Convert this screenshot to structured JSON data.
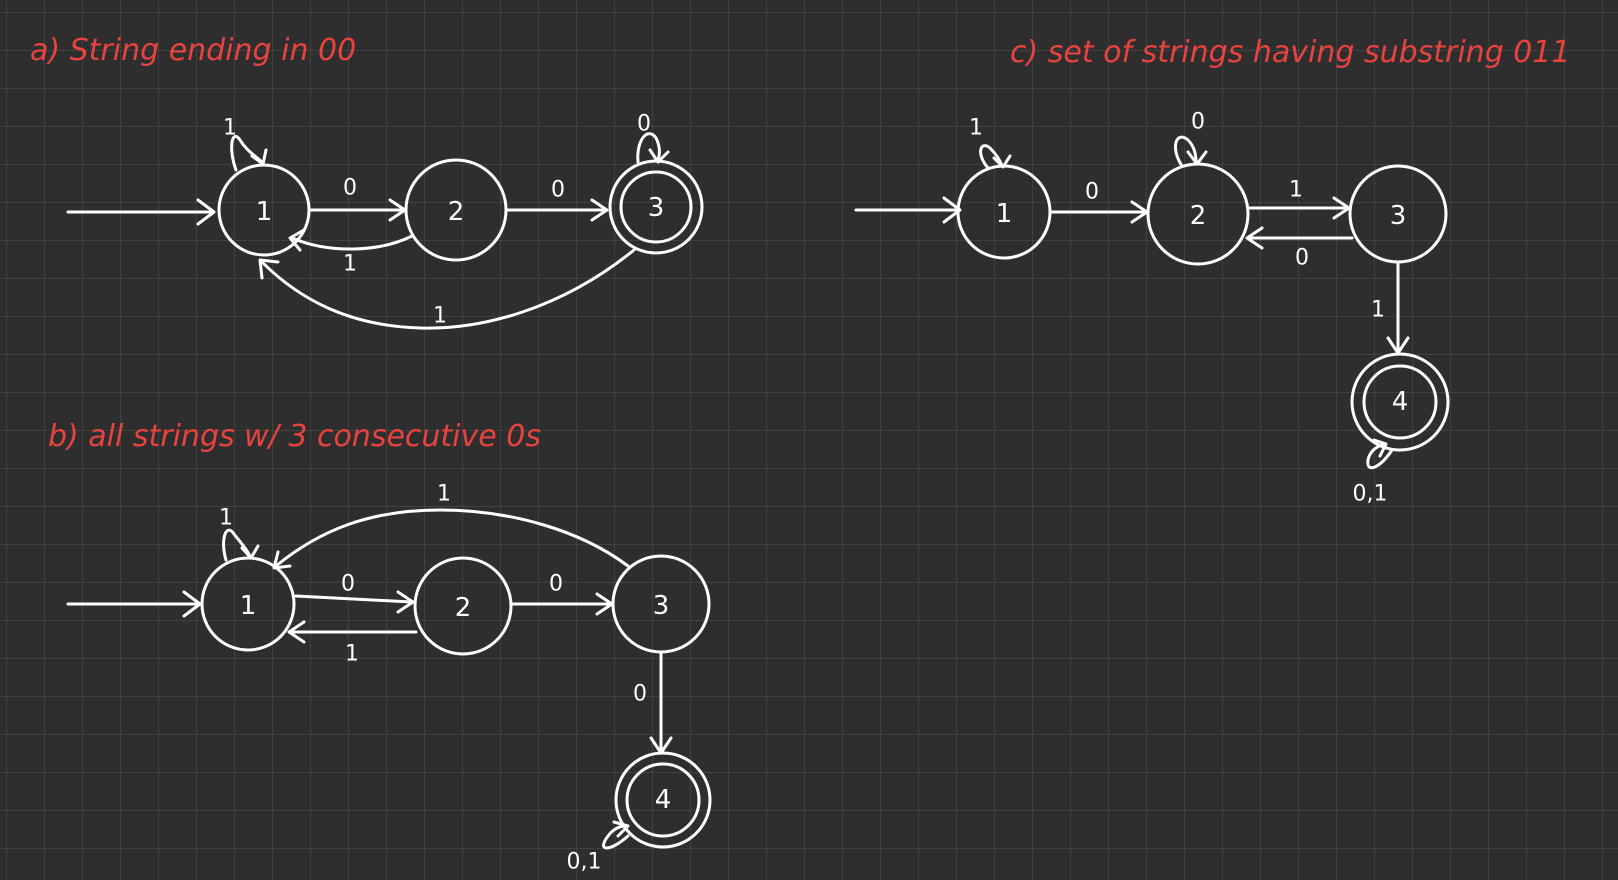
{
  "diagrams": {
    "a": {
      "title": "a) String ending in 00",
      "states": [
        "1",
        "2",
        "3"
      ],
      "labels": {
        "start_to_1": "",
        "s1_loop": "1",
        "s1_to_s2": "0",
        "s2_to_s1": "1",
        "s2_to_s3": "0",
        "s3_loop": "0",
        "s3_to_s1": "1"
      }
    },
    "b": {
      "title": "b) all strings w/ 3 consecutive 0s",
      "states": [
        "1",
        "2",
        "3",
        "4"
      ],
      "labels": {
        "s1_loop": "1",
        "s1_to_s2": "0",
        "s2_to_s1": "1",
        "s2_to_s3": "0",
        "s3_to_s1": "1",
        "s3_to_s4": "0",
        "s4_loop": "0,1"
      }
    },
    "c": {
      "title": "c) set of strings having substring 011",
      "states": [
        "1",
        "2",
        "3",
        "4"
      ],
      "labels": {
        "s1_loop": "1",
        "s1_to_s2": "0",
        "s2_loop": "0",
        "s2_to_s3": "1",
        "s3_to_s2": "0",
        "s3_to_s4": "1",
        "s4_loop": "0,1"
      }
    }
  }
}
